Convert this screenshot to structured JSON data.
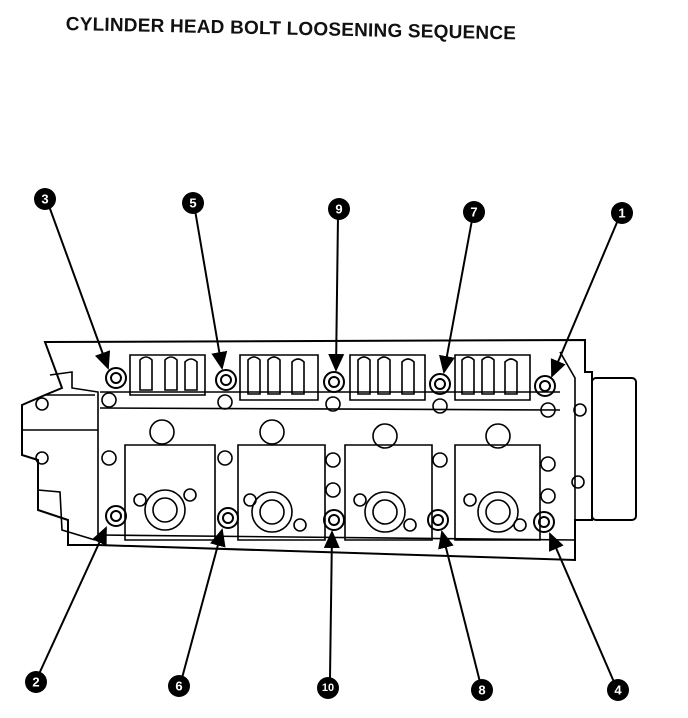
{
  "title": "CYLINDER HEAD BOLT LOOSENING SEQUENCE",
  "callouts": {
    "c1": "1",
    "c2": "2",
    "c3": "3",
    "c4": "4",
    "c5": "5",
    "c6": "6",
    "c7": "7",
    "c8": "8",
    "c9": "9",
    "c10": "10"
  },
  "colors": {
    "ink": "#000000",
    "paper": "#ffffff"
  }
}
